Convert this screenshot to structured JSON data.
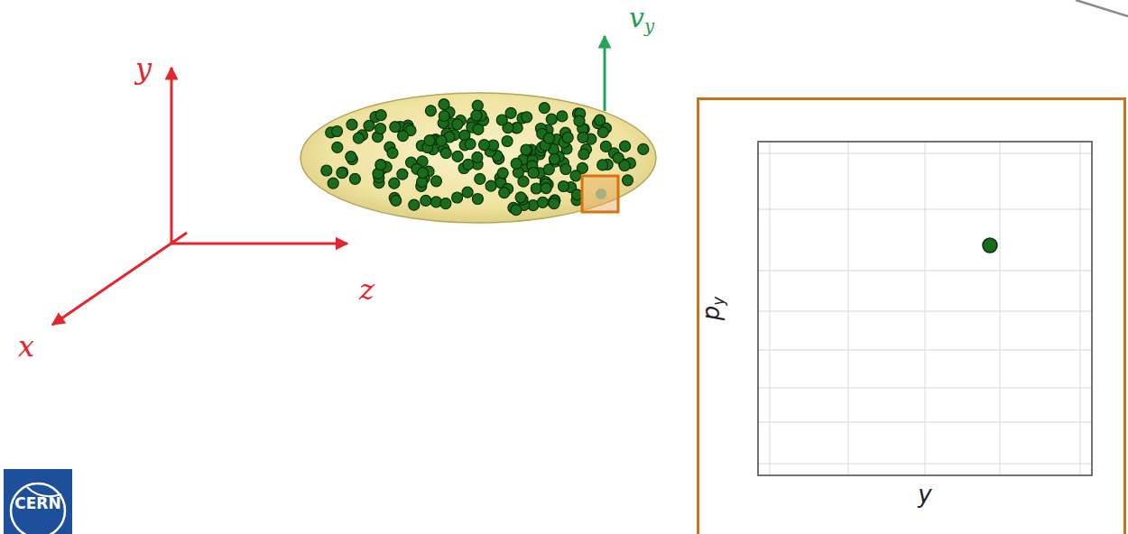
{
  "diagram": {
    "nodes": [
      {
        "text": [
          "py",
          "y"
        ]
      }
    ],
    "labels": [
      "y",
      "z",
      "x",
      "vy",
      "CERN"
    ]
  }
}
